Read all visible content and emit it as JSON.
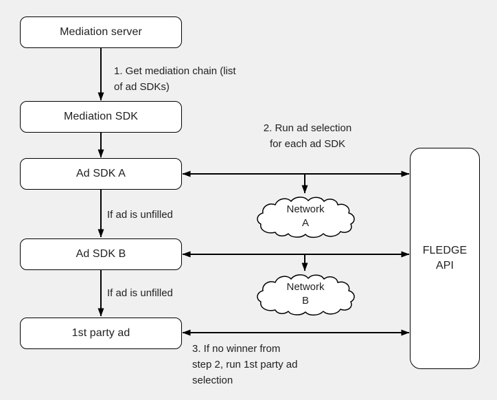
{
  "colors": {
    "background": "#f0f0f0",
    "node_fill": "#ffffff",
    "stroke": "#000000",
    "text": "#202124"
  },
  "nodes": {
    "mediation_server": {
      "label": "Mediation server"
    },
    "mediation_sdk": {
      "label": "Mediation SDK"
    },
    "ad_sdk_a": {
      "label": "Ad SDK A"
    },
    "ad_sdk_b": {
      "label": "Ad SDK B"
    },
    "first_party_ad": {
      "label": "1st party ad"
    },
    "fledge_api": {
      "label": "FLEDGE\nAPI"
    }
  },
  "clouds": {
    "network_a": {
      "label": "Network\nA"
    },
    "network_b": {
      "label": "Network\nB"
    }
  },
  "annotations": {
    "step1": "1. Get mediation chain (list\nof ad SDKs)",
    "step2": "2. Run ad selection\nfor each ad SDK",
    "step3": "3. If no winner from\nstep 2, run 1st party ad\nselection",
    "unfilled_a": "If ad is unfilled",
    "unfilled_b": "If ad is unfilled"
  }
}
